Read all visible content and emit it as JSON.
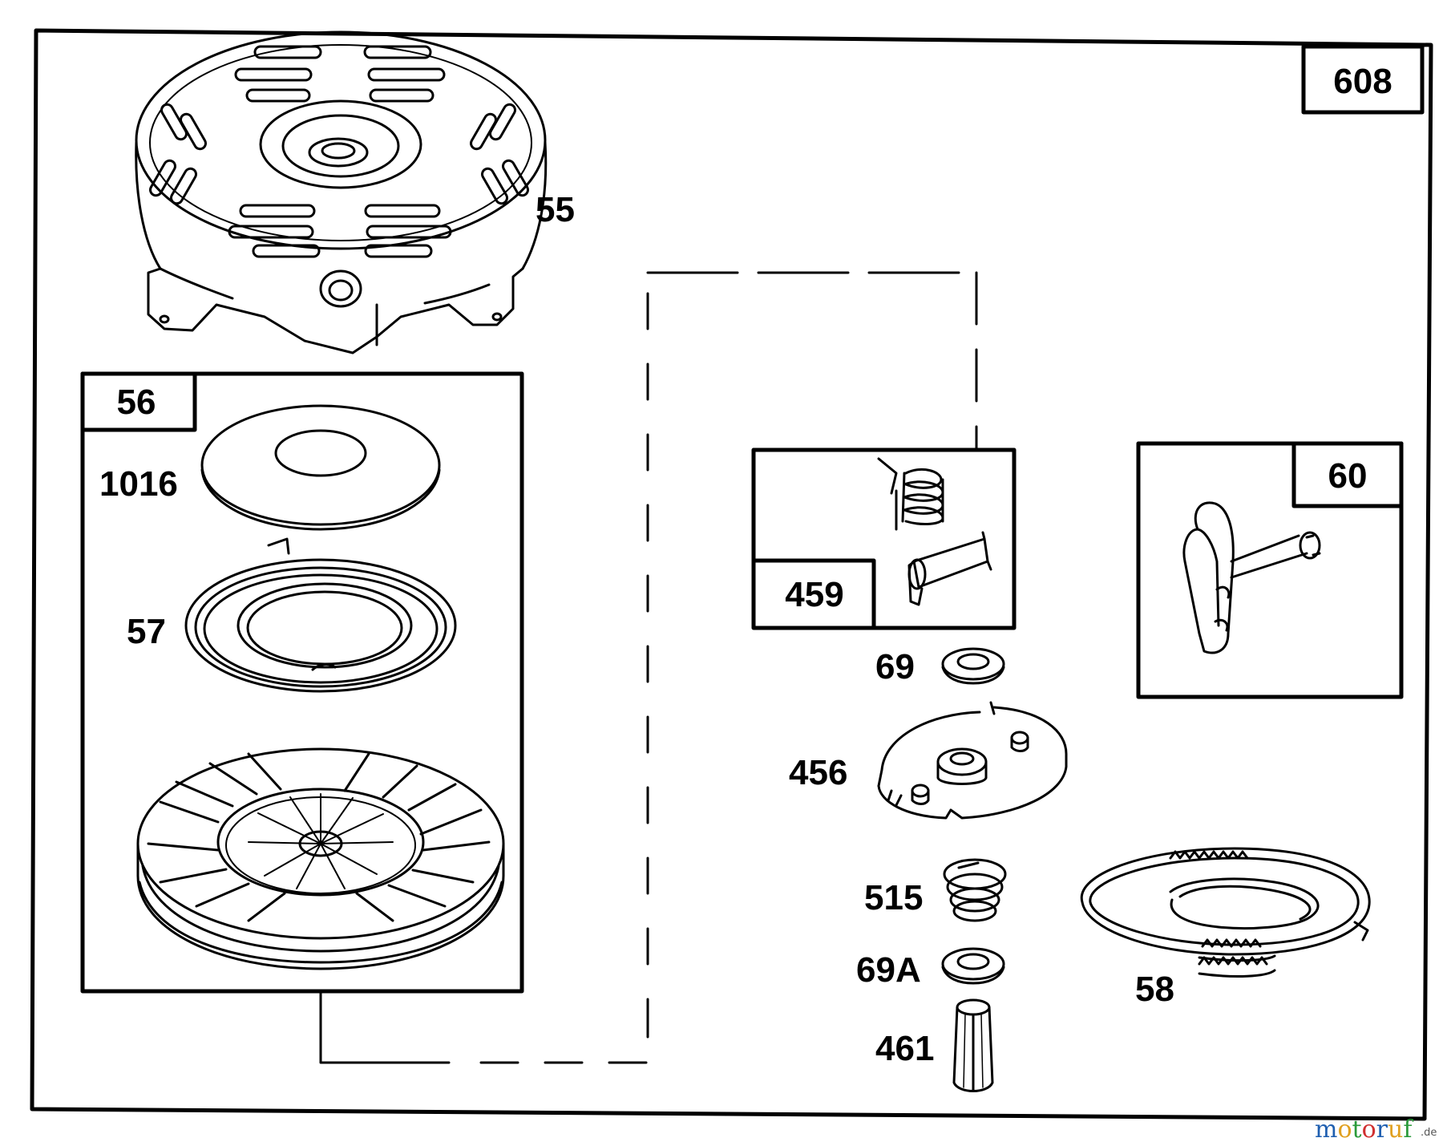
{
  "figure": {
    "assembly_number": "608",
    "labels": {
      "rewind_housing": "55",
      "pulley_kit": "56",
      "spring_cup": "1016",
      "rewind_spring": "57",
      "pawl_kit": "459",
      "handle_kit": "60",
      "washer": "69",
      "retainer": "456",
      "retainer_spring": "515",
      "washer_a": "69A",
      "pin": "461",
      "rope": "58"
    },
    "watermark": {
      "letters": [
        "m",
        "o",
        "t",
        "o",
        "r",
        "u",
        "f"
      ],
      "colors": [
        "#1f5fb0",
        "#e0a020",
        "#2a9a3a",
        "#d03030",
        "#1f5fb0",
        "#e0a020",
        "#2a9a3a"
      ],
      "suffix": ".de"
    }
  }
}
